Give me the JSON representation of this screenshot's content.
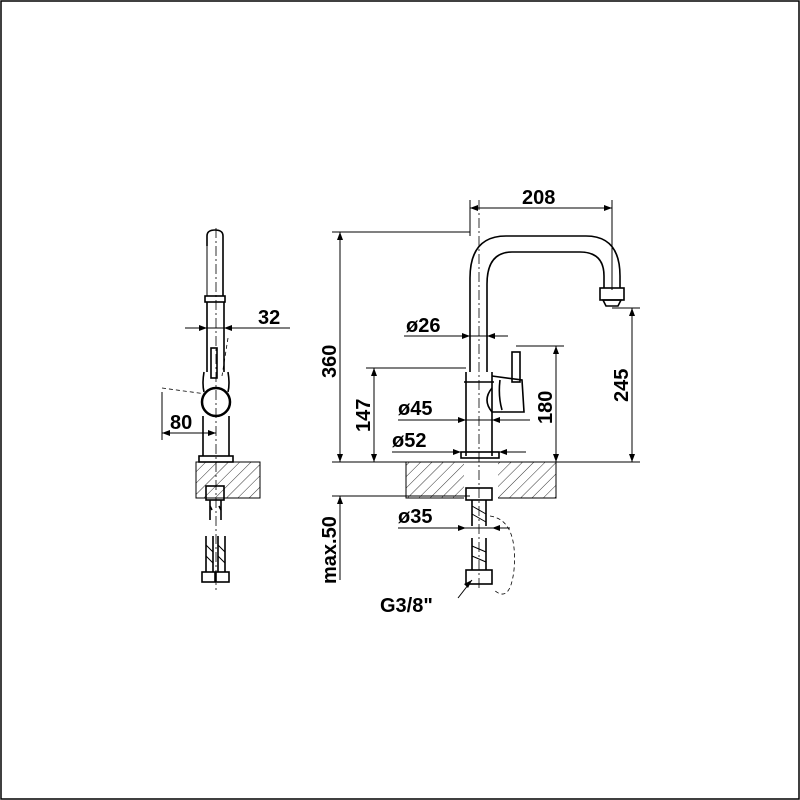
{
  "dimensions": {
    "spout_reach": "208",
    "side_offset": "32",
    "total_height": "360",
    "outlet_height": "245",
    "lever_height": "180",
    "body_height": "147",
    "spout_diameter": "ø26",
    "body_diameter": "ø45",
    "base_diameter": "ø52",
    "shank_diameter": "ø35",
    "lever_swing": "80",
    "max_deck_thickness": "max.50",
    "connection_thread": "G3/8\""
  }
}
